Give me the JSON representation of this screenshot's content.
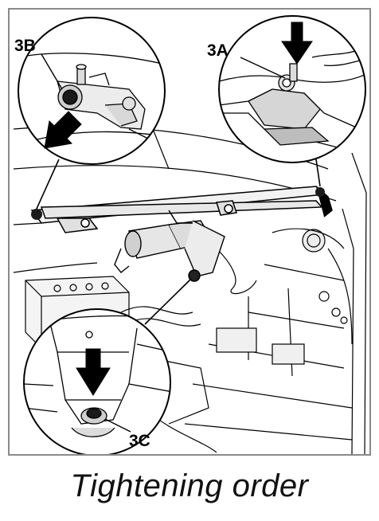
{
  "caption": "Tightening order",
  "callouts": {
    "a": "3A",
    "b": "3B",
    "c": "3C"
  },
  "colors": {
    "ink": "#000000",
    "frame": "#8a8a8a",
    "shade": "#c8c8c8"
  },
  "icons": [
    "arrow-down-icon",
    "arrow-diagonal-icon"
  ]
}
